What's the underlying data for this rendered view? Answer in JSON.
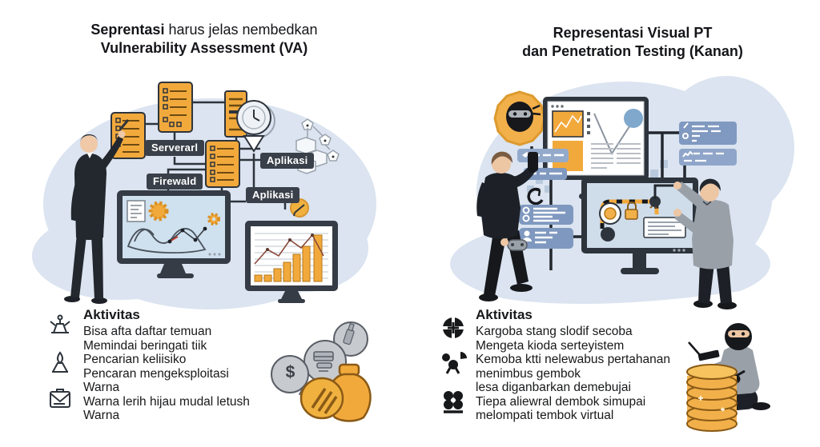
{
  "colors": {
    "accent_orange": "#f2a93c",
    "blob_blue": "#dbe4f0",
    "dark": "#2e343c",
    "card_blue": "#8099c0",
    "gold": "#f0b13f",
    "bubble_gray": "#c7cacf"
  },
  "left_panel": {
    "title": {
      "bold": "Seprentasi",
      "rest": " harus jelas nembedkan",
      "line2": "Vulnerability Assessment (VA)"
    },
    "diagram": {
      "label_server": "Serverarl",
      "label_firewall": "Firewald",
      "label_app1": "Aplikasi",
      "label_app2": "Aplikasi"
    },
    "activities": {
      "heading": "Aktivitas",
      "items": [
        "Bisa afta daftar temuan",
        "Memindai beringati tiik",
        "Pencarian keliisiko",
        "Pencaran mengeksploitasi",
        "Warna",
        "Warna lerih hijau mudal letush",
        "Warna"
      ]
    },
    "bubble_symbol": "$"
  },
  "right_panel": {
    "title": {
      "line1": "Representasi Visual PT",
      "line2": "dan Penetration Testing (Kanan)"
    },
    "activities": {
      "heading": "Aktivitas",
      "items": [
        "Kargoba stang slodif secoba",
        "Mengeta kioda serteyistem",
        "Kemoba ktti nelewabus pertahanan",
        "menimbus gembok",
        "lesa diganbarkan demebujai",
        "Tiepa aliewral dembok simupai",
        "melompati tembok virtual"
      ]
    }
  }
}
